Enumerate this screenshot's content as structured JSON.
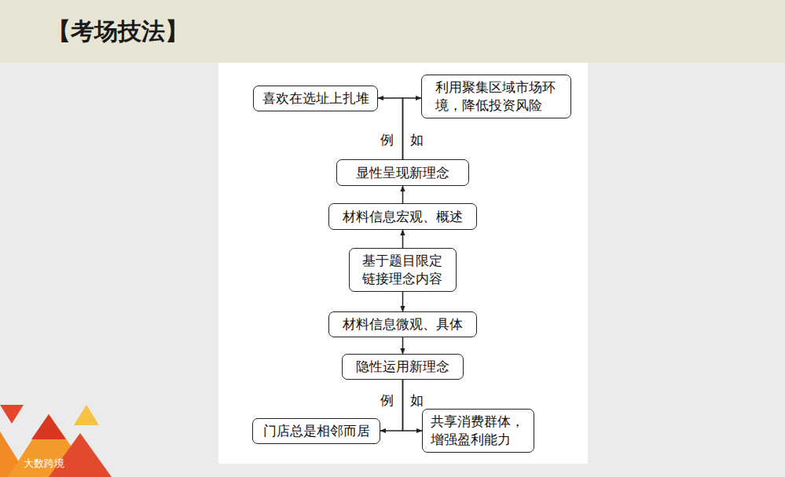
{
  "diagram": {
    "title": "【考场技法】",
    "nodes": [
      {
        "text": [
          "喜欢在选址上扎堆"
        ]
      },
      {
        "text": [
          "利用聚集区域市场环境，降低投资风险"
        ]
      },
      {
        "text": [
          "显性呈现新理念"
        ]
      },
      {
        "text": [
          "材料信息宏观、概述"
        ]
      },
      {
        "text": [
          "基于题目限定链接理念内容"
        ]
      },
      {
        "text": [
          "材料信息微观、具体"
        ]
      },
      {
        "text": [
          "隐性运用新理念"
        ]
      },
      {
        "text": [
          "门店总是相邻而居"
        ]
      },
      {
        "text": [
          "共享消费群体，增强盈利能力"
        ]
      }
    ],
    "edges": [
      {
        "from": 4,
        "to": 3,
        "arrow": "to"
      },
      {
        "from": 3,
        "to": 2,
        "arrow": "to"
      },
      {
        "from": 2,
        "to": 0,
        "arrow": "to"
      },
      {
        "from": 2,
        "to": 1,
        "arrow": "to"
      },
      {
        "from": 4,
        "to": 5,
        "arrow": "to"
      },
      {
        "from": 5,
        "to": 6,
        "arrow": "to"
      },
      {
        "from": 6,
        "to": 7,
        "arrow": "to"
      },
      {
        "from": 6,
        "to": 8,
        "arrow": "to"
      }
    ],
    "labels": [
      "例",
      "如",
      "例",
      "如",
      "大数跨境"
    ]
  }
}
